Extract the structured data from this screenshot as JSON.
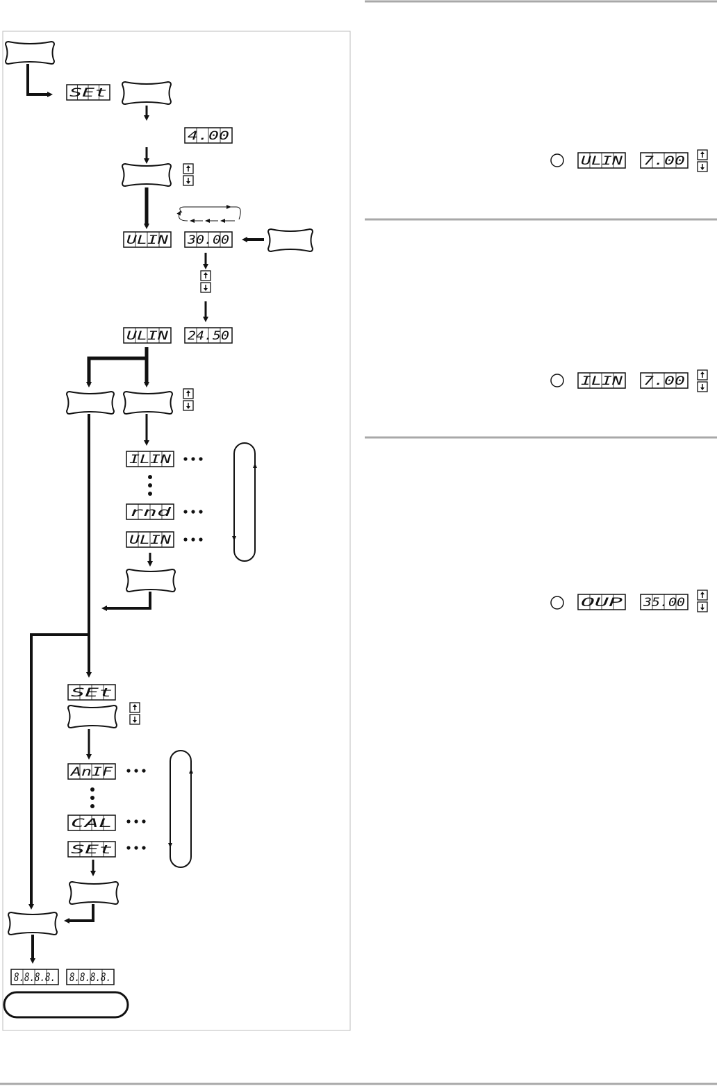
{
  "colors": {
    "line": "#111111",
    "panel_border": "#bdbdbd",
    "rule": "#a8a8a8",
    "dim_digit": "#8a8a8a"
  },
  "displays": {
    "set_top": "SEt",
    "preset_current": "4.00",
    "ulin_value_start": "30.00",
    "ulin_name_1": "ULIN",
    "ulin_name_2": "ULIN",
    "ulin_value_edited": "24.50",
    "ilin_item": "ILIN",
    "rnd_item": "rnd",
    "ulin_item": "ULIN",
    "set_lower": "SEt",
    "anif_item": "AnIF",
    "cal_item": "CAL",
    "set_item": "SEt",
    "segment_test_left": "8.8.8.8.",
    "segment_test_right": "8.8.8.8.",
    "right_ulin_name": "ULIN",
    "right_ulin_value": "7.00",
    "right_ilin_name": "ILIN",
    "right_ilin_value": "7.00",
    "right_ovp_name": "OUP",
    "right_ovp_value": "35.00"
  },
  "icons": {
    "arrow_up": "up-arrow-icon",
    "arrow_down": "down-arrow-icon",
    "ellipsis": "ellipsis-icon",
    "indicator": "circle-indicator-icon"
  }
}
